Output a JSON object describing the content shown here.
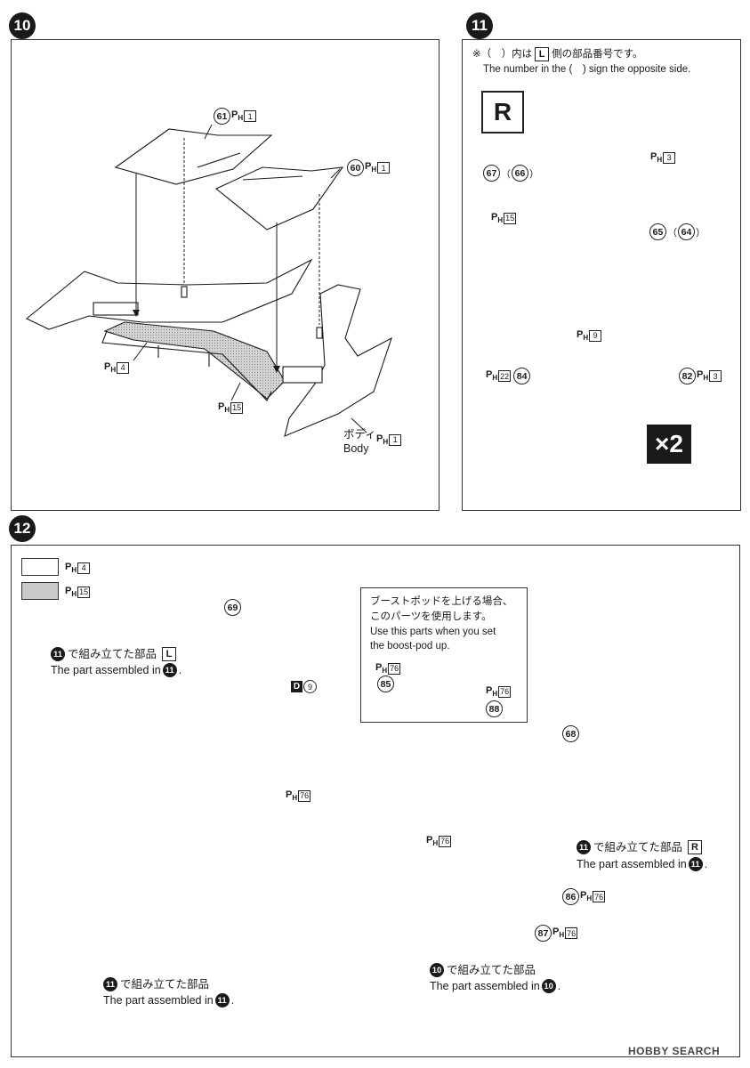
{
  "steps": {
    "s10": "10",
    "s11": "11",
    "s12": "12"
  },
  "p10": {
    "part61": "61",
    "part60": "60",
    "ph": "P",
    "ph_sub": "H",
    "r1": "1",
    "r4": "4",
    "r15": "15",
    "body_jp": "ボディ",
    "body_en": "Body"
  },
  "p11": {
    "note_prefix": "※（　）内は",
    "note_box": "L",
    "note_suffix": "側の部品番号です。",
    "note_en": "The number in the (　) sign the opposite side.",
    "side": "R",
    "part67": "67",
    "part66": "66",
    "part65": "65",
    "part64": "64",
    "part84": "84",
    "part82": "82",
    "r3": "3",
    "r15": "15",
    "r9": "9",
    "r22": "22",
    "multiplier": "×2"
  },
  "p12": {
    "legend_ref1": "4",
    "legend_ref2": "15",
    "part69": "69",
    "part68": "68",
    "part85": "85",
    "part88": "88",
    "part86": "86",
    "part87": "87",
    "d_label": "D",
    "d_ref": "9",
    "r76": "76",
    "callout_jp1": "ブーストポッドを上げる場合、",
    "callout_jp2": "このパーツを使用します。",
    "callout_en1": "Use this parts when you set",
    "callout_en2": "the boost-pod up.",
    "asm_L_jp": "で組み立てた部品",
    "asm_L_box": "L",
    "asm_L_en": "The part assembled in",
    "asm_R_jp": "で組み立てた部品",
    "asm_R_box": "R",
    "asm_R_en": "The part assembled in",
    "asm_10_jp": "で組み立てた部品",
    "asm_10_en": "The part assembled in",
    "asm_11_jp": "で組み立てた部品",
    "asm_11_en": "The part assembled in",
    "period": "."
  },
  "watermark": "HOBBY SEARCH",
  "colors": {
    "line": "#1a1a1a",
    "shade": "#c9c9c9"
  }
}
